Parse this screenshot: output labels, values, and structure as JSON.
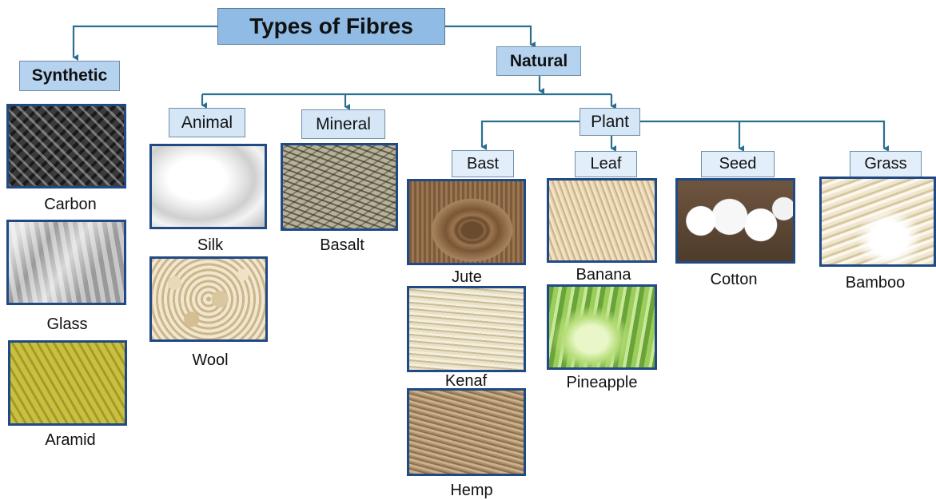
{
  "title": "Types of Fibres",
  "categories": {
    "synthetic": "Synthetic",
    "natural": "Natural"
  },
  "natural_groups": {
    "animal": "Animal",
    "mineral": "Mineral",
    "plant": "Plant"
  },
  "plant_groups": {
    "bast": "Bast",
    "leaf": "Leaf",
    "seed": "Seed",
    "grass": "Grass"
  },
  "fibres": {
    "carbon": "Carbon",
    "glass": "Glass",
    "aramid": "Aramid",
    "silk": "Silk",
    "wool": "Wool",
    "basalt": "Basalt",
    "jute": "Jute",
    "kenaf": "Kenaf",
    "hemp": "Hemp",
    "banana": "Banana",
    "pineapple": "Pineapple",
    "cotton": "Cotton",
    "bamboo": "Bamboo"
  },
  "colors": {
    "connector": "#2a6f8f",
    "root_fill": "#8fbbe4",
    "photo_border": "#1f4a86"
  }
}
